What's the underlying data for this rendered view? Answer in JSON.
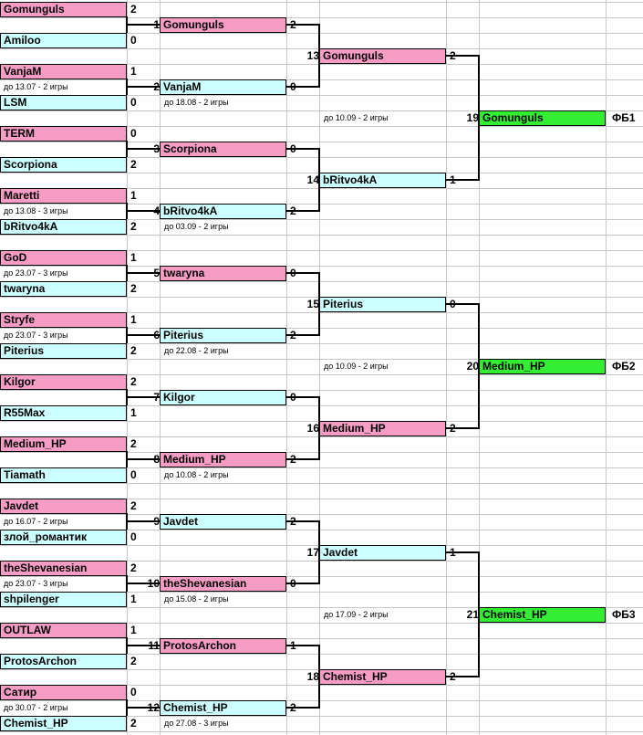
{
  "r1": [
    {
      "top": {
        "name": "Gomunguls",
        "score": "2"
      },
      "bot": {
        "name": "Amiloo",
        "score": "0"
      },
      "note": ""
    },
    {
      "top": {
        "name": "VanjaM",
        "score": "1"
      },
      "bot": {
        "name": "LSM",
        "score": "0"
      },
      "note": "до 13.07 - 2 игры"
    },
    {
      "top": {
        "name": "TERM",
        "score": "0"
      },
      "bot": {
        "name": "Scorpiona",
        "score": "2"
      },
      "note": ""
    },
    {
      "top": {
        "name": "Maretti",
        "score": "1"
      },
      "bot": {
        "name": "bRitvo4kA",
        "score": "2"
      },
      "note": "до 13.08 - 3 игры"
    },
    {
      "top": {
        "name": "GoD",
        "score": "1"
      },
      "bot": {
        "name": "twaryna",
        "score": "2"
      },
      "note": "до 23.07 - 3 игры"
    },
    {
      "top": {
        "name": "Stryfe",
        "score": "1"
      },
      "bot": {
        "name": "Piterius",
        "score": "2"
      },
      "note": "до 23.07 - 3 игры"
    },
    {
      "top": {
        "name": "Kilgor",
        "score": "2"
      },
      "bot": {
        "name": "R55Max",
        "score": "1"
      },
      "note": ""
    },
    {
      "top": {
        "name": "Medium_HP",
        "score": "2"
      },
      "bot": {
        "name": "Tiamath",
        "score": "0"
      },
      "note": ""
    },
    {
      "top": {
        "name": "Javdet",
        "score": "2"
      },
      "bot": {
        "name": "злой_романтик",
        "score": "0"
      },
      "note": "до 16.07 - 2 игры"
    },
    {
      "top": {
        "name": "theShevanesian",
        "score": "2"
      },
      "bot": {
        "name": "shpilenger",
        "score": "1"
      },
      "note": "до 23.07 - 3 игры"
    },
    {
      "top": {
        "name": "OUTLAW",
        "score": "1"
      },
      "bot": {
        "name": "ProtosArchon",
        "score": "2"
      },
      "note": ""
    },
    {
      "top": {
        "name": "Сатир",
        "score": "0"
      },
      "bot": {
        "name": "Chemist_HP",
        "score": "2"
      },
      "note": "до 30.07 - 2 игры"
    }
  ],
  "r2": [
    {
      "num": "1",
      "name": "Gomunguls",
      "score": "2",
      "color": "pink",
      "note": ""
    },
    {
      "num": "2",
      "name": "VanjaM",
      "score": "0",
      "color": "cyan",
      "note": "до 18.08 - 2 игры"
    },
    {
      "num": "3",
      "name": "Scorpiona",
      "score": "0",
      "color": "pink",
      "note": ""
    },
    {
      "num": "4",
      "name": "bRitvo4kA",
      "score": "2",
      "color": "cyan",
      "note": "до 03.09 - 2 игры"
    },
    {
      "num": "5",
      "name": "twaryna",
      "score": "0",
      "color": "pink",
      "note": ""
    },
    {
      "num": "6",
      "name": "Piterius",
      "score": "2",
      "color": "cyan",
      "note": "до 22.08 - 2 игры"
    },
    {
      "num": "7",
      "name": "Kilgor",
      "score": "0",
      "color": "cyan",
      "note": ""
    },
    {
      "num": "8",
      "name": "Medium_HP",
      "score": "2",
      "color": "pink",
      "note": "до 10.08 - 2 игры"
    },
    {
      "num": "9",
      "name": "Javdet",
      "score": "2",
      "color": "cyan",
      "note": ""
    },
    {
      "num": "10",
      "name": "theShevanesian",
      "score": "0",
      "color": "pink",
      "note": "до 15.08 - 2 игры"
    },
    {
      "num": "11",
      "name": "ProtosArchon",
      "score": "1",
      "color": "pink",
      "note": ""
    },
    {
      "num": "12",
      "name": "Chemist_HP",
      "score": "2",
      "color": "cyan",
      "note": "до 27.08 - 3 игры"
    }
  ],
  "r3": [
    {
      "num": "13",
      "name": "Gomunguls",
      "score": "2",
      "color": "pink"
    },
    {
      "num": "14",
      "name": "bRitvo4kA",
      "score": "1",
      "color": "cyan"
    },
    {
      "num": "15",
      "name": "Piterius",
      "score": "0",
      "color": "cyan"
    },
    {
      "num": "16",
      "name": "Medium_HP",
      "score": "2",
      "color": "pink"
    },
    {
      "num": "17",
      "name": "Javdet",
      "score": "1",
      "color": "cyan"
    },
    {
      "num": "18",
      "name": "Chemist_HP",
      "score": "2",
      "color": "pink"
    }
  ],
  "r3notes": [
    "до 10.09 - 2 игры",
    "до 10.09 - 2 игры",
    "до 17.09 - 2 игры"
  ],
  "finals": [
    {
      "num": "19",
      "name": "Gomunguls",
      "label": "ФБ1"
    },
    {
      "num": "20",
      "name": "Medium_HP",
      "label": "ФБ2"
    },
    {
      "num": "21",
      "name": "Chemist_HP",
      "label": "ФБ3"
    }
  ],
  "colors": {
    "pink": "#f79cc4",
    "cyan": "#ccffff",
    "green": "#33ee33",
    "grid": "#c8c8c8"
  }
}
